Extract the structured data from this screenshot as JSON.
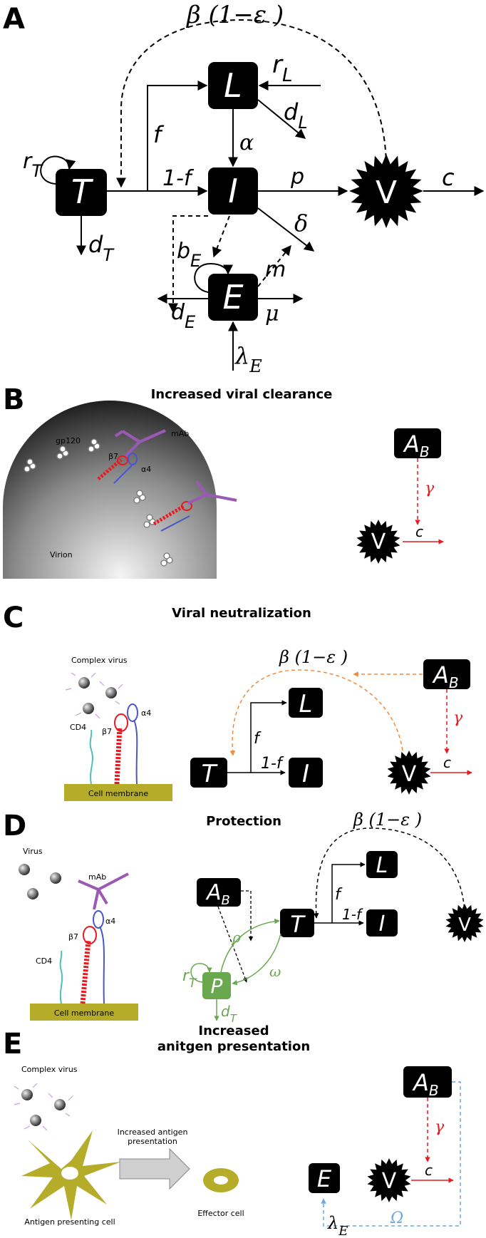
{
  "panels": {
    "a": {
      "letter": "A"
    },
    "b": {
      "letter": "B",
      "heading": "Increased viral clearance"
    },
    "c": {
      "letter": "C",
      "heading": "Viral neutralization"
    },
    "d": {
      "letter": "D",
      "heading": "Protection"
    },
    "e": {
      "letter": "E",
      "heading_line1": "Increased",
      "heading_line2": "anitgen presentation"
    }
  },
  "model": {
    "T": "T",
    "L": "L",
    "I": "I",
    "E": "E",
    "V": "V",
    "P": "P",
    "AB": "A",
    "AB_sub": "B",
    "f": "f",
    "one_minus_f": "1-f",
    "alpha": "α",
    "p": "p",
    "c": "c",
    "delta": "δ",
    "rT": "r",
    "rT_sub": "T",
    "dT": "d",
    "dT_sub": "T",
    "rL": "r",
    "rL_sub": "L",
    "dL": "d",
    "dL_sub": "L",
    "bE": "b",
    "bE_sub": "E",
    "dE": "d",
    "dE_sub": "E",
    "m": "m",
    "mu": "μ",
    "lambdaE": "λ",
    "lambdaE_sub": "E",
    "beta_eps": "β (1−ε )",
    "gamma": "γ",
    "rho": "ρ",
    "omega": "ω",
    "Omega": "Ω"
  },
  "illustrations": {
    "b": {
      "gp120": "gp120",
      "beta7": "β7",
      "alpha4": "α4",
      "mAb": "mAb",
      "virion": "Virion"
    },
    "c": {
      "complex_virus": "Complex virus",
      "beta7": "β7",
      "alpha4": "α4",
      "cd4": "CD4",
      "membrane": "Cell membrane"
    },
    "d": {
      "virus": "Virus",
      "mAb": "mAb",
      "beta7": "β7",
      "alpha4": "α4",
      "cd4": "CD4",
      "membrane": "Cell membrane"
    },
    "e": {
      "complex_virus": "Complex virus",
      "arrow_line1": "Increased antigen",
      "arrow_line2": "presentation",
      "apc": "Antigen presenting cell",
      "effector": "Effector cell"
    }
  },
  "colors": {
    "black": "#000000",
    "red": "#e8191f",
    "orange": "#f08a3c",
    "green": "#6aa84f",
    "blue": "#6fa8dc",
    "purple": "#9b59b6",
    "olive": "#b5ad2a"
  }
}
